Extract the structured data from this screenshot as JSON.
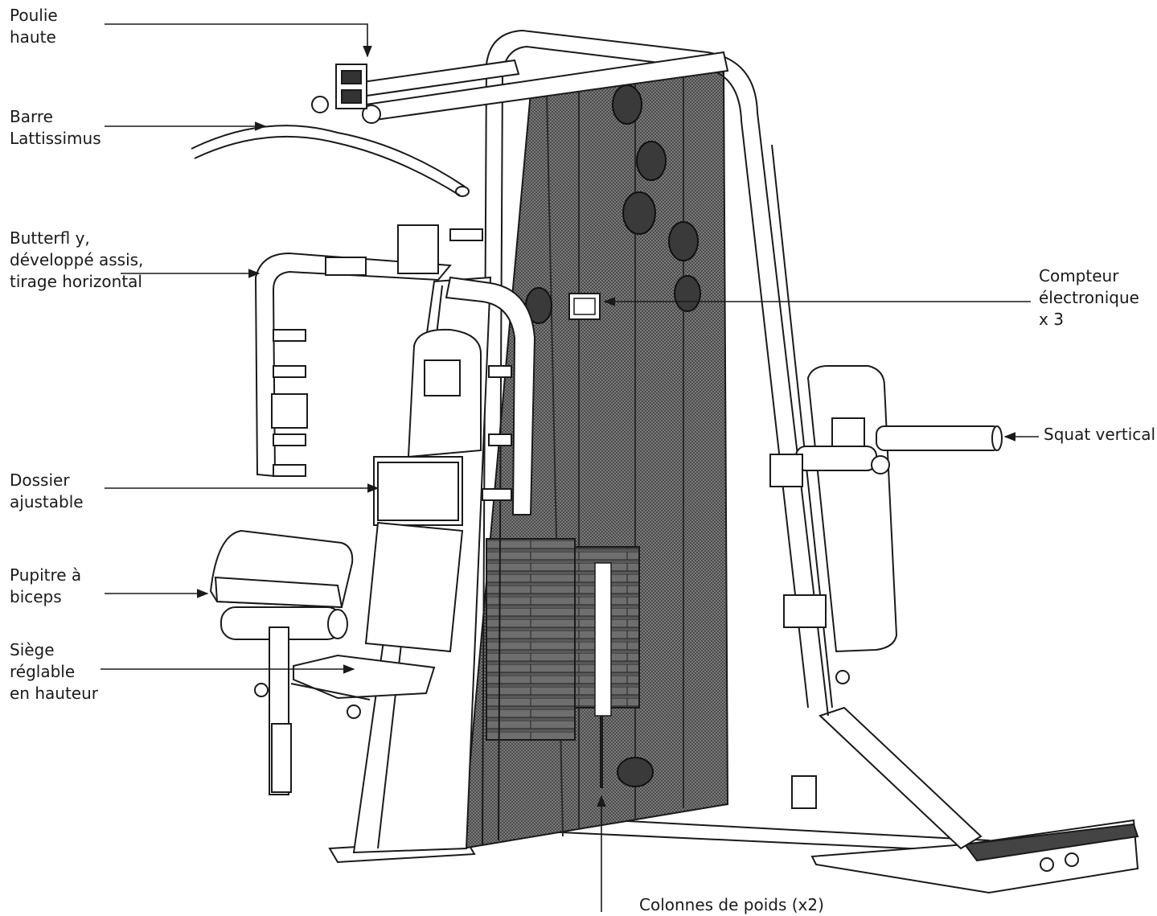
{
  "labels": {
    "poulie_haute": [
      "Poulie",
      "haute"
    ],
    "barre_lattissimus": [
      "Barre",
      "Lattissimus"
    ],
    "butterfly": [
      "Butterfl y,",
      "développé assis,",
      "tirage horizontal"
    ],
    "dossier": [
      "Dossier",
      "ajustable"
    ],
    "pupitre": [
      "Pupitre à",
      "biceps"
    ],
    "siege": [
      "Siège",
      "réglable",
      "en hauteur"
    ],
    "compteur": [
      "Compteur",
      "électronique",
      "x 3"
    ],
    "squat": [
      "Squat vertical"
    ],
    "colonnes": [
      "Colonnes de poids (x2)"
    ]
  },
  "colors": {
    "line": "#1a1a1a",
    "panel_dark": "#6e6e6e",
    "panel_dots": "#3a3a3a",
    "frame_fill": "#ffffff"
  }
}
